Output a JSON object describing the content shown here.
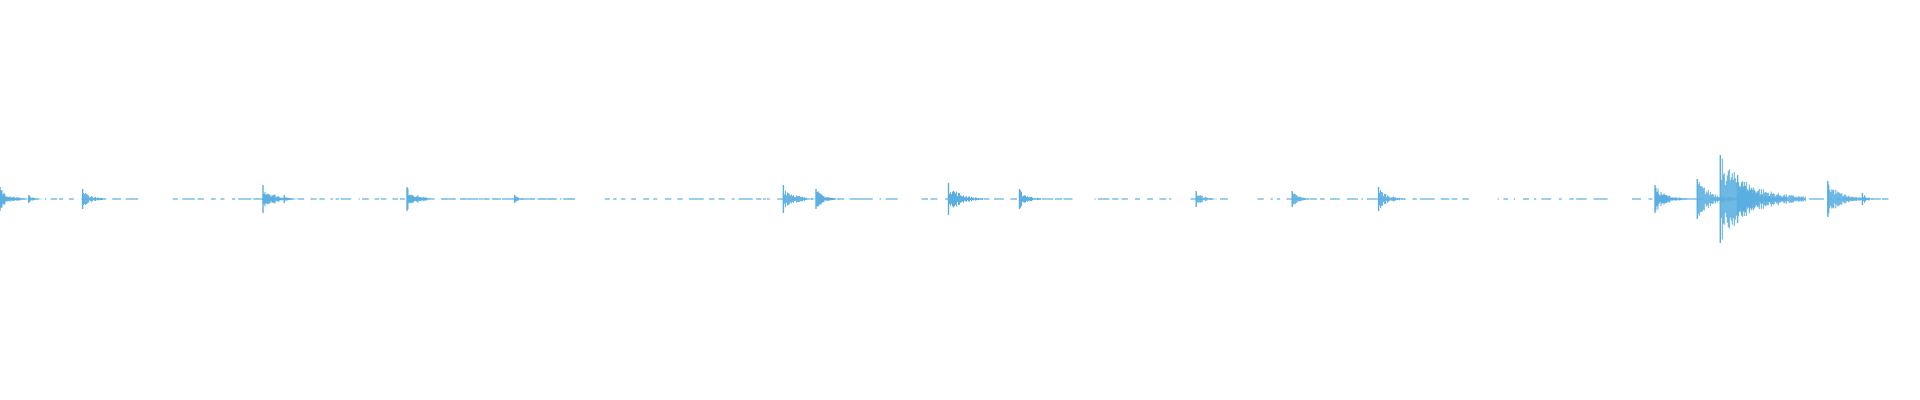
{
  "waveform": {
    "color": "#5aaee0",
    "baseline_style": "dotted segments between sound events",
    "events": [
      {
        "t": 0.0,
        "amp": 0.06
      },
      {
        "t": 0.015,
        "amp": 0.02
      },
      {
        "t": 0.043,
        "amp": 0.05
      },
      {
        "t": 0.137,
        "amp": 0.07
      },
      {
        "t": 0.148,
        "amp": 0.02
      },
      {
        "t": 0.212,
        "amp": 0.06
      },
      {
        "t": 0.268,
        "amp": 0.02
      },
      {
        "t": 0.408,
        "amp": 0.07
      },
      {
        "t": 0.425,
        "amp": 0.05
      },
      {
        "t": 0.494,
        "amp": 0.08
      },
      {
        "t": 0.531,
        "amp": 0.05
      },
      {
        "t": 0.623,
        "amp": 0.04
      },
      {
        "t": 0.673,
        "amp": 0.04
      },
      {
        "t": 0.718,
        "amp": 0.06
      },
      {
        "t": 0.862,
        "amp": 0.07
      },
      {
        "t": 0.884,
        "amp": 0.1
      },
      {
        "t": 0.896,
        "amp": 0.22
      },
      {
        "t": 0.905,
        "amp": 0.12
      },
      {
        "t": 0.952,
        "amp": 0.09
      },
      {
        "t": 0.97,
        "amp": 0.03
      }
    ],
    "segments": [
      [
        0.0,
        0.072
      ],
      [
        0.09,
        0.14
      ],
      [
        0.145,
        0.3
      ],
      [
        0.23,
        0.3
      ],
      [
        0.315,
        0.42
      ],
      [
        0.425,
        0.47
      ],
      [
        0.48,
        0.56
      ],
      [
        0.57,
        0.61
      ],
      [
        0.62,
        0.64
      ],
      [
        0.655,
        0.72
      ],
      [
        0.72,
        0.765
      ],
      [
        0.78,
        0.838
      ],
      [
        0.85,
        0.91
      ],
      [
        0.928,
        0.985
      ]
    ]
  }
}
